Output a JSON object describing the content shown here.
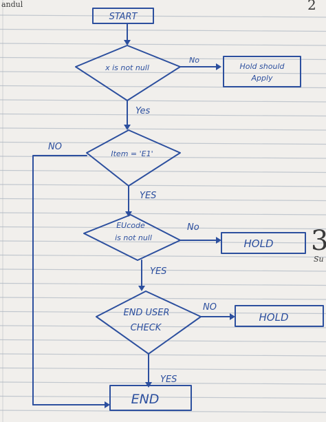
{
  "page": {
    "corner_text": "andul",
    "corner_mark": "2",
    "right_number": "3",
    "right_fragment": "Su"
  },
  "flowchart": {
    "start": "START",
    "d1": "x is not null",
    "d1_no": "No",
    "d1_no_action": [
      "Hold should",
      "Apply"
    ],
    "d1_yes": "Yes",
    "d2": "Item = 'E1'",
    "d2_no": "NO",
    "d2_yes": "YES",
    "d3": [
      "EUcode",
      "is not null"
    ],
    "d3_no": "No",
    "d3_no_action": "HOLD",
    "d3_yes": "YES",
    "d4": [
      "END USER",
      "CHECK"
    ],
    "d4_no": "NO",
    "d4_no_action": "HOLD",
    "d4_yes": "YES",
    "end": "END"
  },
  "colors": {
    "ink": "#2c4f9e",
    "paper": "#f1efec",
    "rule": "#9aa7b7"
  }
}
